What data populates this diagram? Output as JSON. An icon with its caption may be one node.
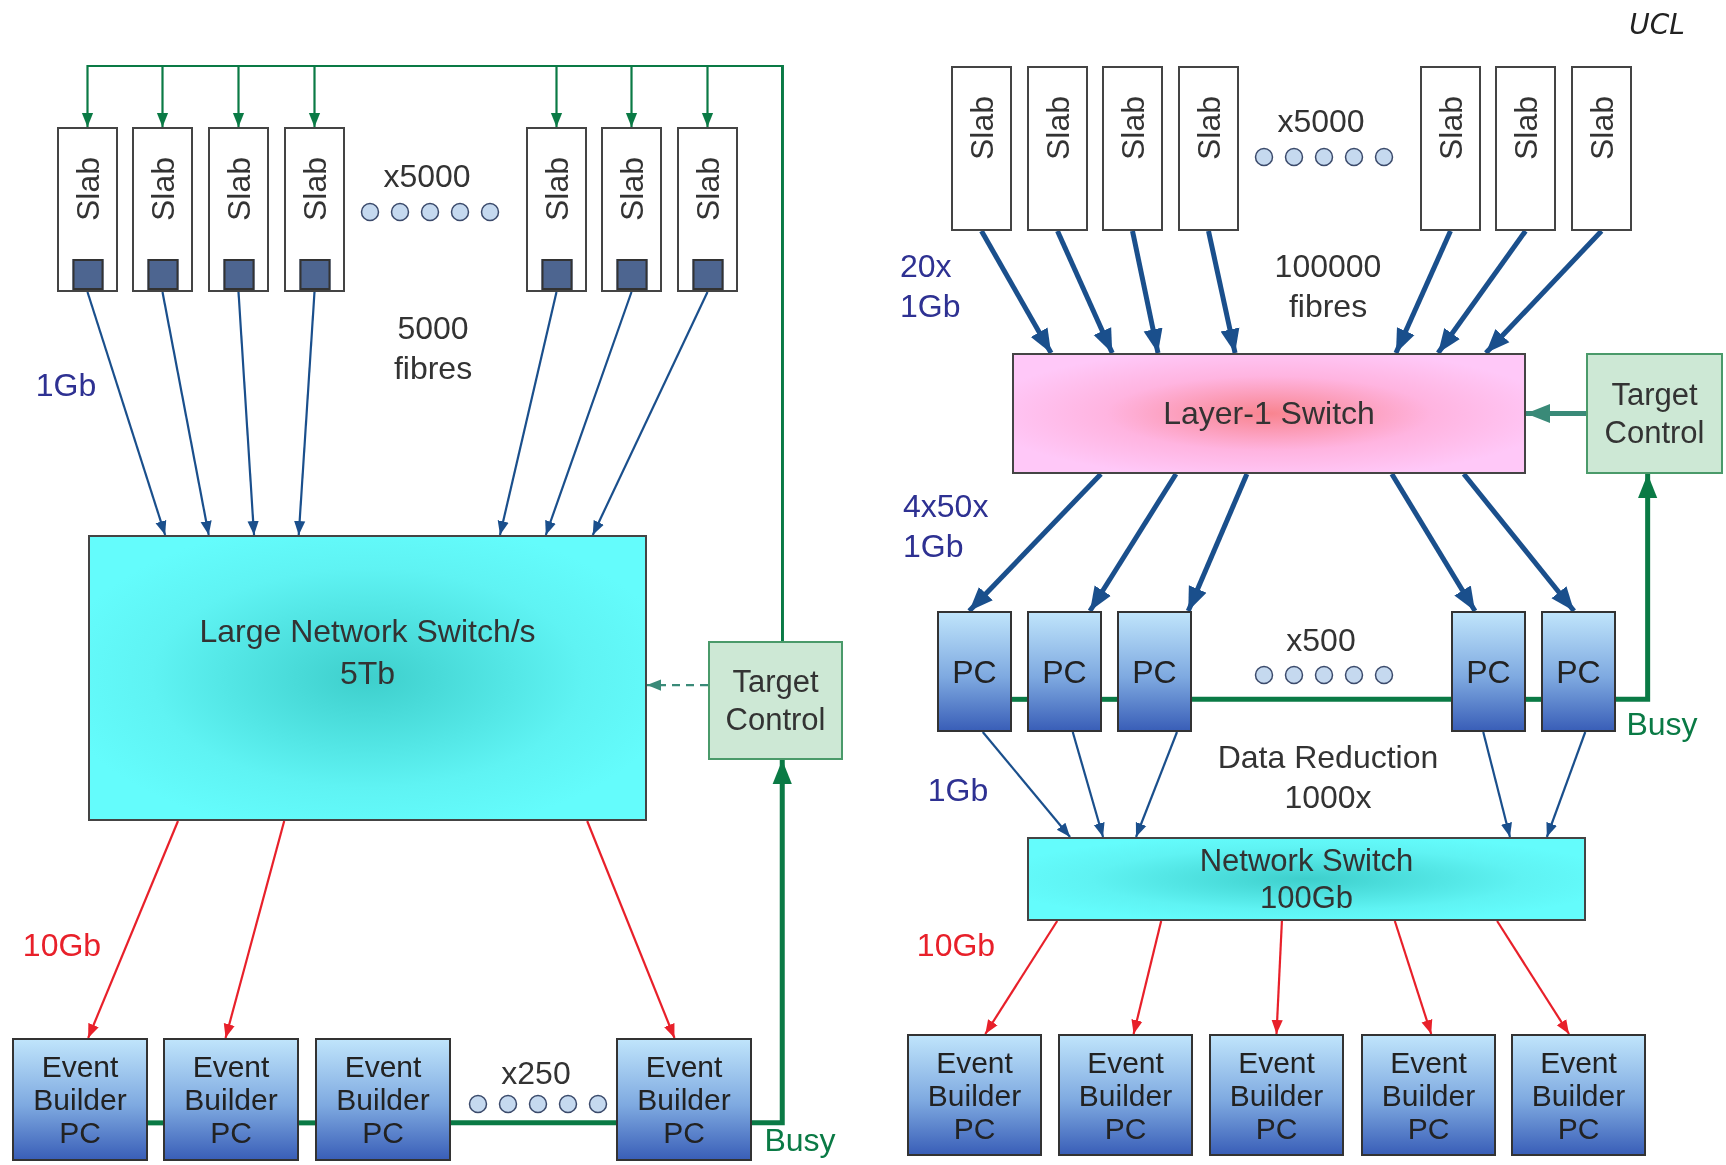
{
  "diagram": {
    "nodes": [
      {
        "text": [
          "Slab"
        ]
      },
      {
        "text": [
          "Slab"
        ]
      },
      {
        "text": [
          "Slab"
        ]
      },
      {
        "text": [
          "Slab"
        ]
      },
      {
        "text": [
          "Slab"
        ]
      },
      {
        "text": [
          "Slab"
        ]
      },
      {
        "text": [
          "Slab"
        ]
      },
      {
        "text": [
          "Slab"
        ]
      },
      {
        "text": [
          "Slab"
        ]
      },
      {
        "text": [
          "Slab"
        ]
      },
      {
        "text": [
          "Slab"
        ]
      },
      {
        "text": [
          "Slab"
        ]
      },
      {
        "text": [
          "Slab"
        ]
      },
      {
        "text": [
          "Slab"
        ]
      },
      {
        "text": [
          "Large Network Switch/s",
          "5Tb"
        ]
      },
      {
        "text": [
          "Layer-1 Switch"
        ]
      },
      {
        "text": [
          "Target Control"
        ]
      },
      {
        "text": [
          "Target Control"
        ]
      },
      {
        "text": [
          "PC"
        ]
      },
      {
        "text": [
          "PC"
        ]
      },
      {
        "text": [
          "PC"
        ]
      },
      {
        "text": [
          "PC"
        ]
      },
      {
        "text": [
          "PC"
        ]
      },
      {
        "text": [
          "Network Switch",
          "100Gb"
        ]
      },
      {
        "text": [
          "Event Builder PC"
        ]
      },
      {
        "text": [
          "Event Builder PC"
        ]
      },
      {
        "text": [
          "Event Builder PC"
        ]
      },
      {
        "text": [
          "Event Builder PC"
        ]
      },
      {
        "text": [
          "Event Builder PC"
        ]
      },
      {
        "text": [
          "Event Builder PC"
        ]
      },
      {
        "text": [
          "Event Builder PC"
        ]
      },
      {
        "text": [
          "Event Builder PC"
        ]
      },
      {
        "text": [
          "Event Builder PC"
        ]
      }
    ],
    "edges": [
      {
        "from": 17,
        "to": 0,
        "arrow": "to",
        "color": "#0a7a45"
      },
      {
        "from": 17,
        "to": 1,
        "arrow": "to",
        "color": "#0a7a45"
      },
      {
        "from": 17,
        "to": 2,
        "arrow": "to",
        "color": "#0a7a45"
      },
      {
        "from": 17,
        "to": 3,
        "arrow": "to",
        "color": "#0a7a45"
      },
      {
        "from": 17,
        "to": 4,
        "arrow": "to",
        "color": "#0a7a45"
      },
      {
        "from": 17,
        "to": 5,
        "arrow": "to",
        "color": "#0a7a45"
      },
      {
        "from": 17,
        "to": 6,
        "arrow": "to",
        "color": "#0a7a45"
      },
      {
        "from": 17,
        "to": 14,
        "arrow": "to",
        "style": "dashed",
        "color": "#3a8a78"
      },
      {
        "from": 0,
        "to": 14,
        "arrow": "to"
      },
      {
        "from": 1,
        "to": 14,
        "arrow": "to"
      },
      {
        "from": 2,
        "to": 14,
        "arrow": "to"
      },
      {
        "from": 3,
        "to": 14,
        "arrow": "to"
      },
      {
        "from": 4,
        "to": 14,
        "arrow": "to"
      },
      {
        "from": 5,
        "to": 14,
        "arrow": "to"
      },
      {
        "from": 6,
        "to": 14,
        "arrow": "to"
      },
      {
        "from": 14,
        "to": 24,
        "arrow": "to",
        "color": "#e8202a"
      },
      {
        "from": 14,
        "to": 25,
        "arrow": "to",
        "color": "#e8202a"
      },
      {
        "from": 14,
        "to": 27,
        "arrow": "to",
        "color": "#e8202a"
      },
      {
        "from": 24,
        "to": 25,
        "arrow": "none",
        "style": "thick",
        "color": "#0a7a45"
      },
      {
        "from": 25,
        "to": 26,
        "arrow": "none",
        "style": "thick",
        "color": "#0a7a45"
      },
      {
        "from": 26,
        "to": 27,
        "arrow": "none",
        "style": "thick",
        "color": "#0a7a45"
      },
      {
        "from": 27,
        "to": 17,
        "arrow": "to",
        "style": "thick",
        "color": "#0a7a45"
      },
      {
        "from": 7,
        "to": 15,
        "arrow": "to",
        "style": "thick"
      },
      {
        "from": 8,
        "to": 15,
        "arrow": "to",
        "style": "thick"
      },
      {
        "from": 9,
        "to": 15,
        "arrow": "to",
        "style": "thick"
      },
      {
        "from": 10,
        "to": 15,
        "arrow": "to",
        "style": "thick"
      },
      {
        "from": 11,
        "to": 15,
        "arrow": "to",
        "style": "thick"
      },
      {
        "from": 12,
        "to": 15,
        "arrow": "to",
        "style": "thick"
      },
      {
        "from": 13,
        "to": 15,
        "arrow": "to",
        "style": "thick"
      },
      {
        "from": 16,
        "to": 15,
        "arrow": "to",
        "style": "thick",
        "color": "#3a8a78"
      },
      {
        "from": 15,
        "to": 18,
        "arrow": "to",
        "style": "thick"
      },
      {
        "from": 15,
        "to": 19,
        "arrow": "to",
        "style": "thick"
      },
      {
        "from": 15,
        "to": 20,
        "arrow": "to",
        "style": "thick"
      },
      {
        "from": 15,
        "to": 21,
        "arrow": "to",
        "style": "thick"
      },
      {
        "from": 15,
        "to": 22,
        "arrow": "to",
        "style": "thick"
      },
      {
        "from": 18,
        "to": 19,
        "arrow": "none",
        "style": "thick",
        "color": "#0a7a45"
      },
      {
        "from": 19,
        "to": 20,
        "arrow": "none",
        "style": "thick",
        "color": "#0a7a45"
      },
      {
        "from": 20,
        "to": 21,
        "arrow": "none",
        "style": "thick",
        "color": "#0a7a45"
      },
      {
        "from": 21,
        "to": 22,
        "arrow": "none",
        "style": "thick",
        "color": "#0a7a45"
      },
      {
        "from": 22,
        "to": 16,
        "arrow": "to",
        "style": "thick",
        "color": "#0a7a45"
      },
      {
        "from": 18,
        "to": 23,
        "arrow": "to"
      },
      {
        "from": 19,
        "to": 23,
        "arrow": "to"
      },
      {
        "from": 20,
        "to": 23,
        "arrow": "to"
      },
      {
        "from": 21,
        "to": 23,
        "arrow": "to"
      },
      {
        "from": 22,
        "to": 23,
        "arrow": "to"
      },
      {
        "from": 23,
        "to": 28,
        "arrow": "to",
        "color": "#e8202a"
      },
      {
        "from": 23,
        "to": 29,
        "arrow": "to",
        "color": "#e8202a"
      },
      {
        "from": 23,
        "to": 30,
        "arrow": "to",
        "color": "#e8202a"
      },
      {
        "from": 23,
        "to": 31,
        "arrow": "to",
        "color": "#e8202a"
      },
      {
        "from": 23,
        "to": 32,
        "arrow": "to",
        "color": "#e8202a"
      }
    ],
    "labels": [
      "UCL",
      "x5000",
      "x5000",
      "20x 1Gb",
      "100000 fibres",
      "5000 fibres",
      "1Gb",
      "4x50x 1Gb",
      "x500",
      "Busy",
      "Data Reduction 1000x",
      "1Gb",
      "10Gb",
      "10Gb",
      "x250",
      "Busy"
    ]
  }
}
